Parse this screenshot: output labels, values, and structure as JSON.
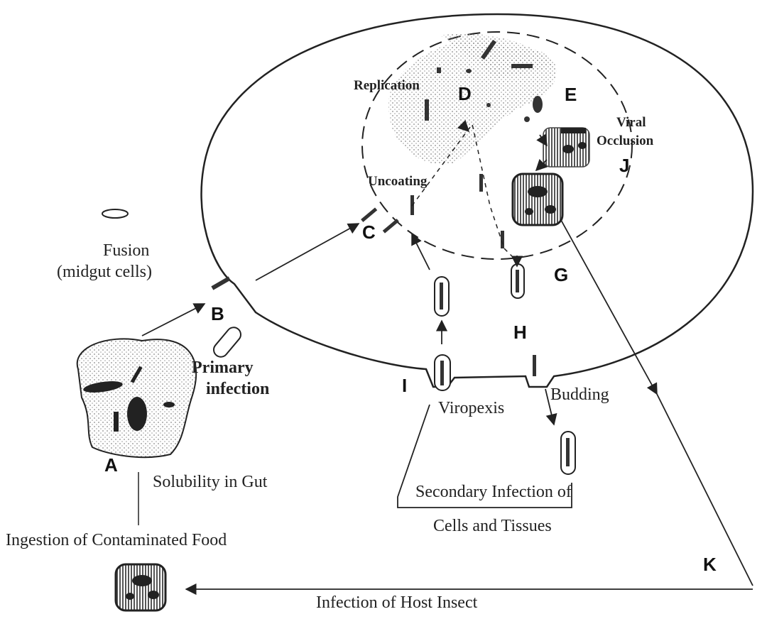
{
  "diagram": {
    "letters": {
      "a": "A",
      "b": "B",
      "c": "C",
      "d": "D",
      "e": "E",
      "g": "G",
      "h": "H",
      "i": "I",
      "j": "J",
      "k": "K"
    },
    "labels": {
      "replication": "Replication",
      "viral_occlusion_line1": "Viral",
      "viral_occlusion_line2": "Occlusion",
      "uncoating": "Uncoating",
      "fusion_line1": "Fusion",
      "fusion_line2": "(midgut cells)",
      "primary_infection_line1": "Primary",
      "primary_infection_line2": "infection",
      "viropexis": "Viropexis",
      "budding": "Budding",
      "solubility": "Solubility in Gut",
      "secondary_line1": "Secondary Infection of",
      "secondary_line2": "Cells and Tissues",
      "ingestion": "Ingestion of Contaminated Food",
      "infection_host": "Infection of Host Insect"
    },
    "colors": {
      "ink": "#222222",
      "stipple": "#9a9a9a",
      "dark": "#333333"
    }
  }
}
